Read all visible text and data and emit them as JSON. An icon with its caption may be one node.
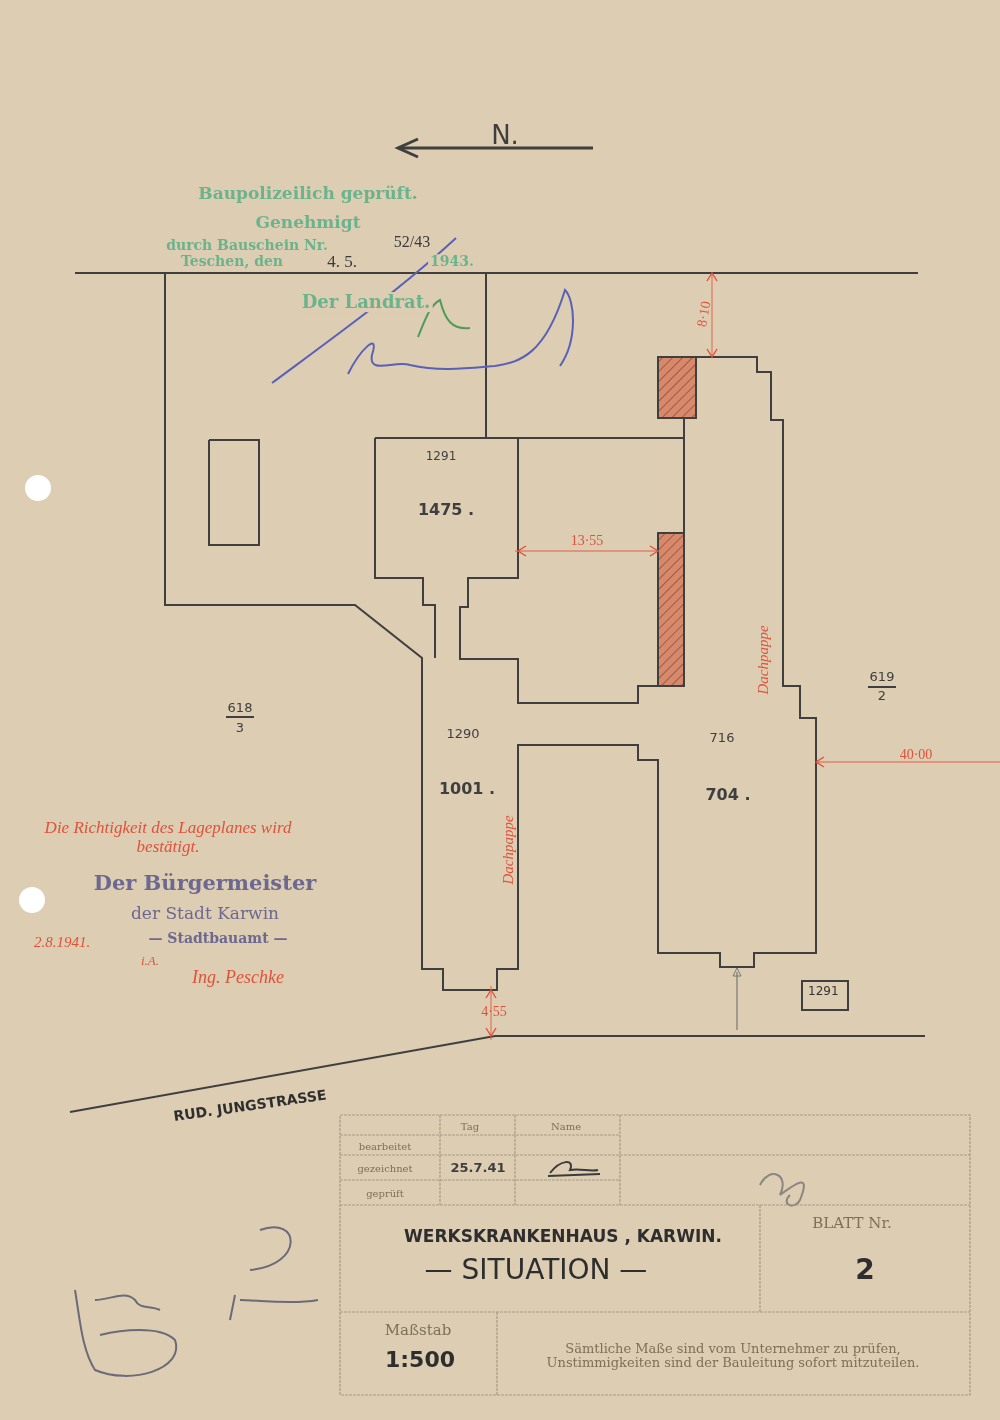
{
  "diagram": {
    "nodes": [
      {
        "text": [
          "1291"
        ]
      }
    ],
    "labels": [
      "N.",
      "Baupolizeilich geprüft.",
      "Genehmigt",
      "durch Bauschein Nr.",
      "52/43",
      "Teschen, den",
      "4. 5.",
      "1943.",
      "Der Landrat.",
      "8·10",
      "1291",
      "1475 .",
      "13·55",
      "Dachpappe",
      "619",
      "2",
      "618",
      "3",
      "1290",
      "716",
      "40·00",
      "1001 .",
      "704 .",
      "Dachpappe",
      "4·55",
      "RUD. JUNGSTRASSE",
      "Die Richtigkeit des Lageplanes wird bestätigt.",
      "Der Bürgermeister",
      "der Stadt Karwin",
      "2.8.1941.",
      "— Stadtbauamt —",
      "i.A.",
      "Ing. Peschke",
      "Tag",
      "Name",
      "bearbeitet",
      "gezeichnet",
      "25.7.41",
      "geprüft",
      "WERKSKRANKENHAUS , KARWIN.",
      "BLATT Nr.",
      "— SITUATION —",
      "2",
      "Maßstab",
      "1:500",
      "Sämtliche Maße sind vom Unternehmer zu prüfen, Unstimmigkeiten sind der Bauleitung sofort mitzuteilen."
    ]
  }
}
